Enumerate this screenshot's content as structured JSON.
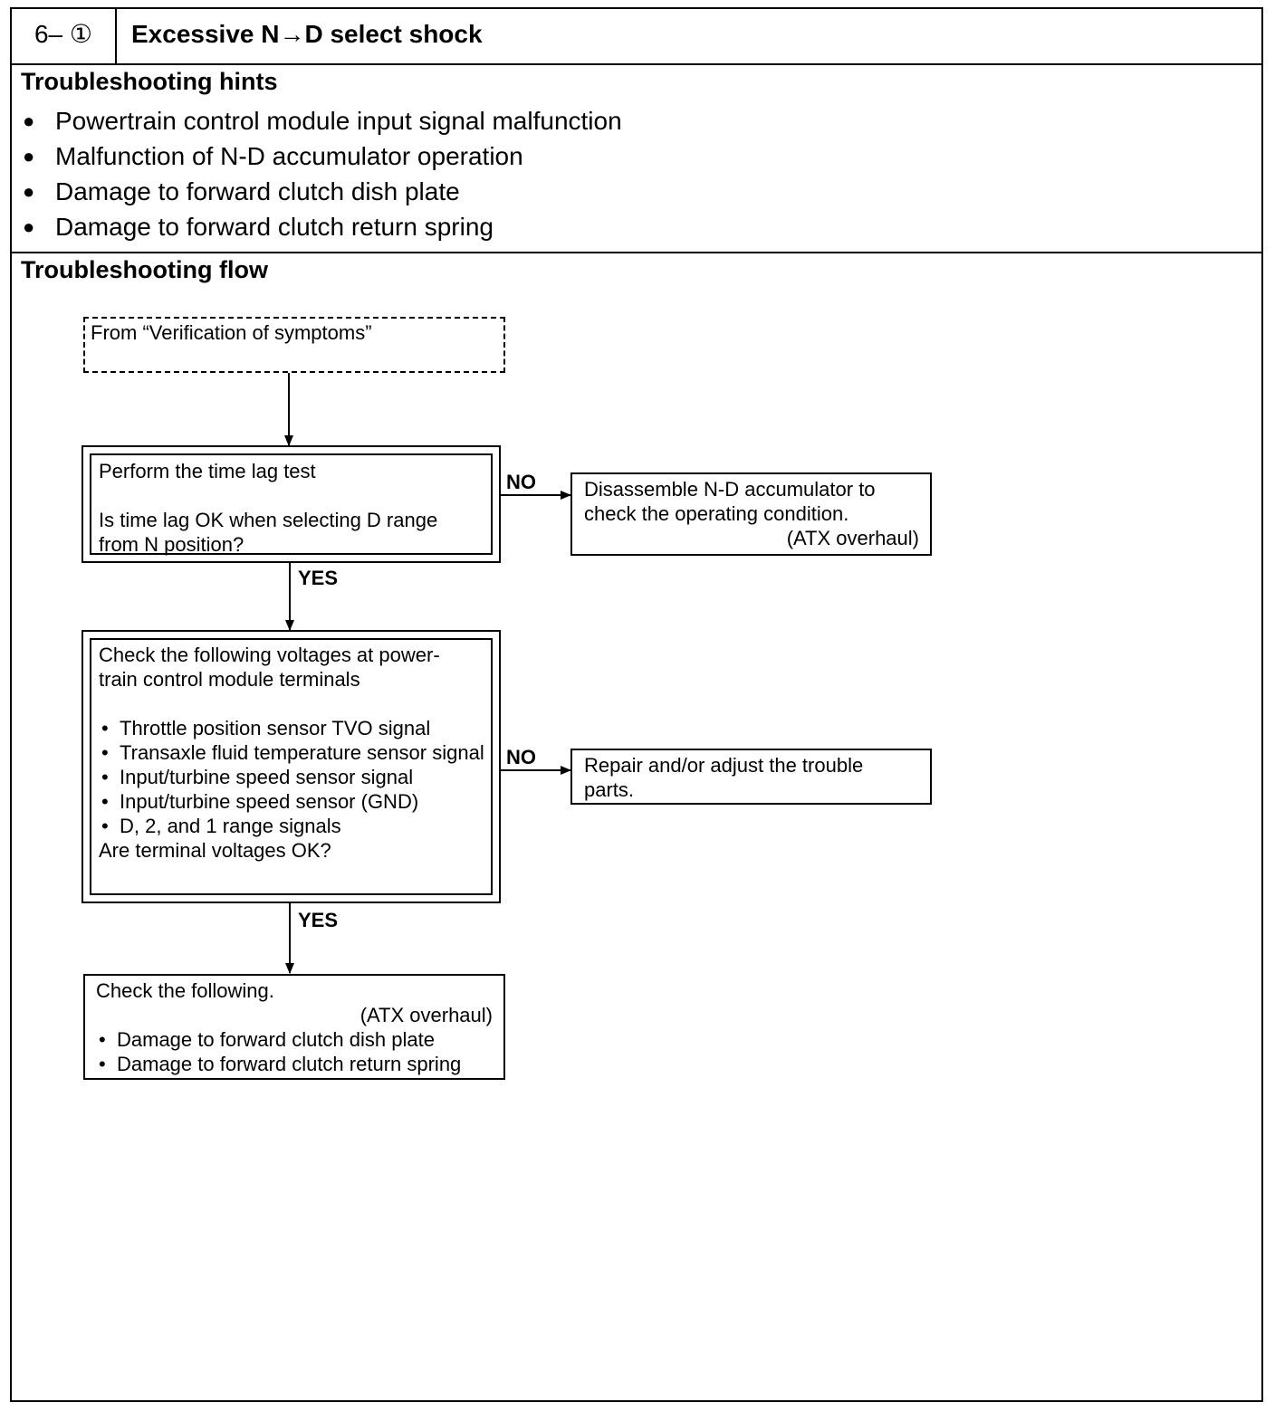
{
  "header": {
    "code": "6– ①",
    "title": "Excessive N→D select shock"
  },
  "hints": {
    "heading": "Troubleshooting hints",
    "items": [
      "Powertrain control module input signal malfunction",
      "Malfunction of N-D accumulator operation",
      "Damage to forward clutch dish plate",
      "Damage to forward clutch return spring"
    ]
  },
  "flow": {
    "heading": "Troubleshooting flow",
    "start": "From “Verification of symptoms”",
    "step1": {
      "line1": "Perform the time lag test",
      "question_line1": "Is time lag OK when selecting D range",
      "question_line2": "from N position?"
    },
    "step1_no": {
      "line1": "Disassemble N-D accumulator to",
      "line2": "check the operating condition.",
      "ref": "(ATX overhaul)"
    },
    "step2": {
      "line1": "Check the following voltages at power-",
      "line2": "train control module terminals",
      "items": [
        "Throttle position sensor TVO signal",
        "Transaxle fluid temperature sensor signal",
        "Input/turbine speed sensor signal",
        "Input/turbine speed sensor (GND)",
        "D, 2, and 1 range signals"
      ],
      "question": "Are terminal voltages OK?"
    },
    "step2_no": {
      "line1": "Repair and/or adjust the trouble",
      "line2": "parts."
    },
    "step3": {
      "line1": "Check the following.",
      "ref": "(ATX overhaul)",
      "items": [
        "Damage to forward clutch dish plate",
        "Damage to forward clutch return spring"
      ]
    },
    "labels": {
      "no": "NO",
      "yes": "YES"
    }
  }
}
